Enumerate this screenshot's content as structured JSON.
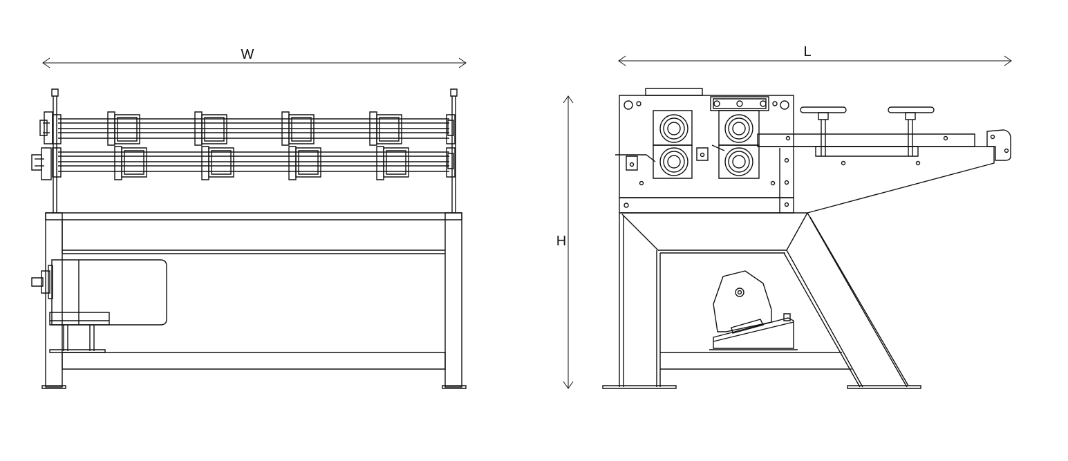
{
  "dimensions": {
    "width_label": "W",
    "length_label": "L",
    "height_label": "H"
  },
  "colors": {
    "line": "#111111",
    "background": "#ffffff"
  }
}
